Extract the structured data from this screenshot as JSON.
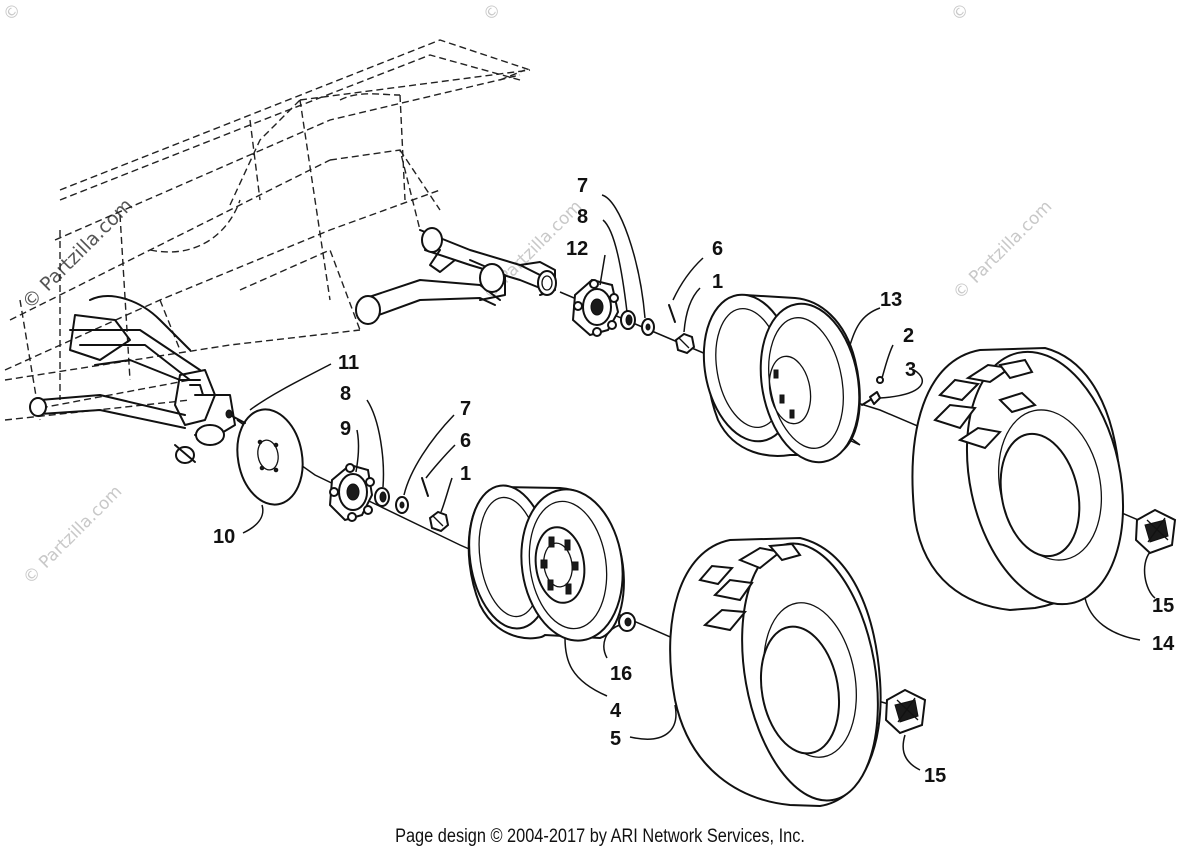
{
  "watermark": {
    "text": "© Partzilla.com",
    "corner_mark": "©"
  },
  "callouts": {
    "c1a": "1",
    "c1b": "1",
    "c2": "2",
    "c3": "3",
    "c4": "4",
    "c5": "5",
    "c6a": "6",
    "c6b": "6",
    "c7a": "7",
    "c7b": "7",
    "c8a": "8",
    "c8b": "8",
    "c9": "9",
    "c10": "10",
    "c11": "11",
    "c12": "12",
    "c13": "13",
    "c14": "14",
    "c15a": "15",
    "c15b": "15",
    "c16": "16"
  },
  "footer": {
    "text": "Page design © 2004-2017 by ARI Network Services, Inc."
  }
}
